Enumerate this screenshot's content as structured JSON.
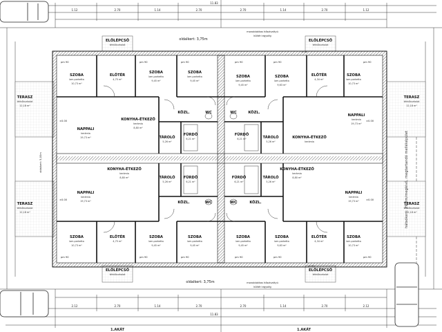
{
  "header": {
    "top_dimension": "11.83",
    "bottom_dimension": "11.83",
    "side_setback": "oldalkert: 3,75m",
    "side_setback_bottom": "oldalkert: 3,75m",
    "meter_note_top": [
      "monoblokkos hőszivattyú",
      "kültéri egység"
    ],
    "meter_note_bottom": [
      "monoblokkos hőszivattyú",
      "kültéri egység"
    ],
    "vertical_note": "hátsókert: 29,3m/meglévő, megtartandó melléképület",
    "left_dim_note": "oldalkert: 5,00m",
    "bottom_labels": [
      "1.AKÁT",
      "1.AKÁT"
    ]
  },
  "rooms": {
    "szoba": "SZOBA",
    "szoba_floor": "lam.parketta",
    "eloter": "ELŐTÉR",
    "eloter_floor": "lam.parketta",
    "nappali": "NAPPALI",
    "nappali_floor": "kerámia",
    "konyha": "KONYHA-ÉTKEZŐ",
    "konyha_floor": "kerámia",
    "tarolo": "TÁROLÓ",
    "tarolo_floor": "kerámia",
    "furdo": "FÜRDŐ",
    "furdo_floor": "kerámia",
    "kozl": "KÖZL.",
    "wc": "WC",
    "terasz": "TERASZ",
    "terasz_floor": "térkőburkolat",
    "elolepcso": "ELŐLÉPCSŐ",
    "elolepcso_floor": "térkőburkolat",
    "pm": "pm 90"
  },
  "areas": {
    "szoba_tl": "10,73 m²",
    "szoba_tm": "9,45 m²",
    "szoba_tr": "9,45 m²",
    "szoba_tr2": "9,63 m²",
    "szoba_r": "10,73 m²",
    "eloter": "4,75 m²",
    "eloter2": "4,34 m²",
    "nappali": "19,73 m²",
    "konyha": "8,80 m²",
    "tarolo": "5,26 m²",
    "furdo": "6,21 m²",
    "terasz": "12,18 m²"
  },
  "dims_top": [
    "1.12",
    "2.70",
    "1.14",
    "2.70",
    "2.70",
    "1.14",
    "2.70",
    "1.12"
  ],
  "dims_bottom": [
    "2.12",
    "2.70",
    "1.14",
    "2.70",
    "2.70",
    "1.14",
    "2.70",
    "2.12"
  ],
  "levels": [
    "-0.32",
    "±0.00",
    "-0.00"
  ]
}
